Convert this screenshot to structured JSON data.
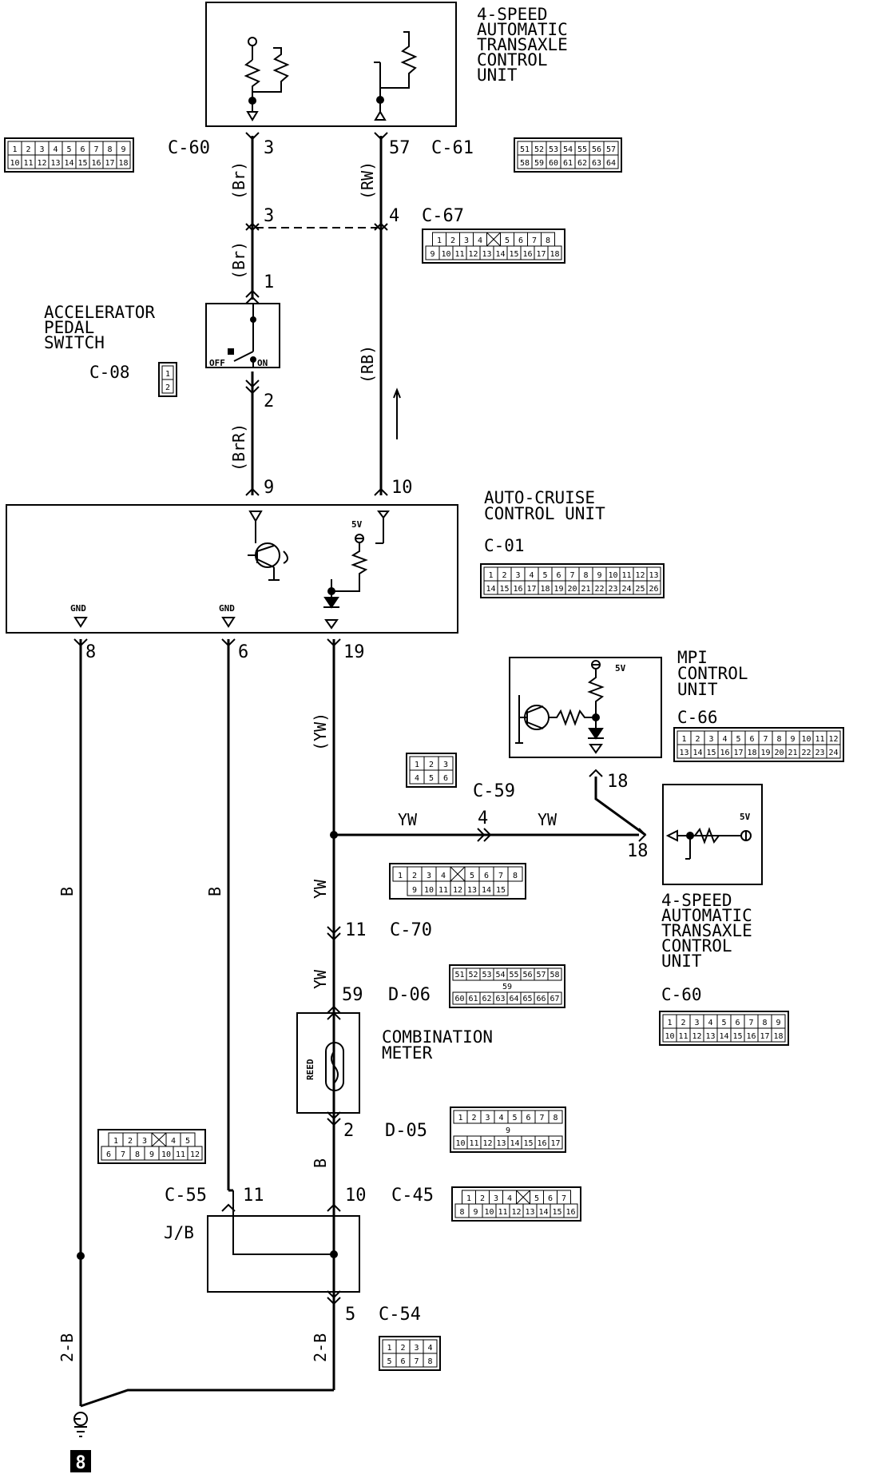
{
  "components": {
    "tcu_top": {
      "lines": [
        "4-SPEED",
        "AUTOMATIC",
        "TRANSAXLE",
        "CONTROL",
        "UNIT"
      ]
    },
    "accel_switch": {
      "lines": [
        "ACCELERATOR",
        "PEDAL",
        "SWITCH"
      ],
      "connector": "C-08",
      "off": "OFF",
      "on": "ON"
    },
    "cruise_unit": {
      "lines": [
        "AUTO-CRUISE",
        "CONTROL UNIT"
      ],
      "connector": "C-01",
      "gnd1": "GND",
      "gnd2": "GND",
      "v5": "5V"
    },
    "mpi_unit": {
      "lines": [
        "MPI",
        "CONTROL",
        "UNIT"
      ],
      "connector": "C-66",
      "v5": "5V"
    },
    "tcu_right": {
      "lines": [
        "4-SPEED",
        "AUTOMATIC",
        "TRANSAXLE",
        "CONTROL",
        "UNIT"
      ],
      "connector": "C-60",
      "v5": "5V"
    },
    "meter": {
      "lines": [
        "COMBINATION",
        "METER"
      ],
      "reed": "REED"
    },
    "jb": {
      "label": "J/B"
    },
    "ground": {
      "label": "8"
    }
  },
  "connectors": {
    "c60": "C-60",
    "c61": "C-61",
    "c67": "C-67",
    "c59": "C-59",
    "c70": "C-70",
    "d06": "D-06",
    "d05": "D-05",
    "c55": "C-55",
    "c45": "C-45",
    "c54": "C-54"
  },
  "pins": {
    "p3a": "3",
    "p57": "57",
    "p3b": "3",
    "p4": "4",
    "p1": "1",
    "p2": "2",
    "p9": "9",
    "p10": "10",
    "p8": "8",
    "p6": "6",
    "p19": "19",
    "p18a": "18",
    "p18b": "18",
    "p4b": "4",
    "p11a": "11",
    "p59": "59",
    "p2b": "2",
    "p11b": "11",
    "p10b": "10",
    "p5": "5"
  },
  "wires": {
    "br1": "(Br)",
    "br2": "(Br)",
    "brr": "(BrR)",
    "rw": "(RW)",
    "rb": "(RB)",
    "yw1": "(YW)",
    "yw2": "YW",
    "yw3": "YW",
    "yw4": "YW",
    "yw5": "YW",
    "yw6": "YW",
    "b1": "B",
    "b2": "B",
    "b3": "B",
    "b2a": "2-B",
    "b2b": "2-B"
  },
  "connector_faces": {
    "c60_left": [
      [
        "1",
        "2",
        "3",
        "4",
        "5",
        "6",
        "7",
        "8",
        "9"
      ],
      [
        "10",
        "11",
        "12",
        "13",
        "14",
        "15",
        "16",
        "17",
        "18"
      ]
    ],
    "c61": [
      [
        "51",
        "52",
        "53",
        "54",
        "55",
        "56",
        "57"
      ],
      [
        "58",
        "59",
        "60",
        "61",
        "62",
        "63",
        "64"
      ]
    ],
    "c67": [
      [
        "1",
        "2",
        "3",
        "4",
        "",
        "5",
        "6",
        "7",
        "8"
      ],
      [
        "9",
        "10",
        "11",
        "12",
        "13",
        "14",
        "15",
        "16",
        "17",
        "18"
      ]
    ],
    "c08": [
      [
        "1"
      ],
      [
        "2"
      ]
    ],
    "c01": [
      [
        "1",
        "2",
        "3",
        "4",
        "5",
        "6",
        "7",
        "8",
        "9",
        "10",
        "11",
        "12",
        "13"
      ],
      [
        "14",
        "15",
        "16",
        "17",
        "18",
        "19",
        "20",
        "21",
        "22",
        "23",
        "24",
        "25",
        "26"
      ]
    ],
    "c66": [
      [
        "1",
        "2",
        "3",
        "4",
        "5",
        "6",
        "7",
        "8",
        "9",
        "10",
        "11",
        "12"
      ],
      [
        "13",
        "14",
        "15",
        "16",
        "17",
        "18",
        "19",
        "20",
        "21",
        "22",
        "23",
        "24"
      ]
    ],
    "c59": [
      [
        "1",
        "2",
        "3"
      ],
      [
        "4",
        "5",
        "6"
      ]
    ],
    "c70": [
      [
        "1",
        "2",
        "3",
        "4",
        "",
        "5",
        "6",
        "7",
        "8"
      ],
      [
        "9",
        "10",
        "11",
        "12",
        "13",
        "14",
        "15"
      ]
    ],
    "d06": [
      [
        "51",
        "52",
        "53",
        "54",
        "55",
        "56",
        "57",
        "58"
      ],
      [
        "60",
        "61",
        "62",
        "63",
        "64",
        "65",
        "66",
        "67"
      ]
    ],
    "d06_mid": "59",
    "c60_right": [
      [
        "1",
        "2",
        "3",
        "4",
        "5",
        "6",
        "7",
        "8",
        "9"
      ],
      [
        "10",
        "11",
        "12",
        "13",
        "14",
        "15",
        "16",
        "17",
        "18"
      ]
    ],
    "d05": [
      [
        "1",
        "2",
        "3",
        "4",
        "5",
        "6",
        "7",
        "8"
      ],
      [
        "10",
        "11",
        "12",
        "13",
        "14",
        "15",
        "16",
        "17"
      ]
    ],
    "d05_mid": "9",
    "c55": [
      [
        "1",
        "2",
        "3",
        "",
        "4",
        "5"
      ],
      [
        "6",
        "7",
        "8",
        "9",
        "10",
        "11",
        "12"
      ]
    ],
    "c45": [
      [
        "1",
        "2",
        "3",
        "4",
        "",
        "5",
        "6",
        "7"
      ],
      [
        "8",
        "9",
        "10",
        "11",
        "12",
        "13",
        "14",
        "15",
        "16"
      ]
    ],
    "c54": [
      [
        "1",
        "2",
        "3",
        "4"
      ],
      [
        "5",
        "6",
        "7",
        "8"
      ]
    ]
  }
}
